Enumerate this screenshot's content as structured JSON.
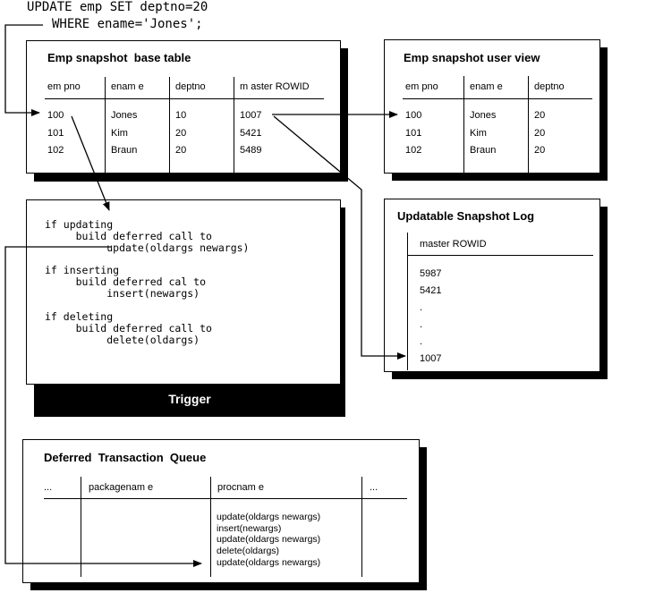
{
  "sql": {
    "line1": "UPDATE emp SET deptno=20",
    "line2": "WHERE ename='Jones';"
  },
  "base_table": {
    "title": "Emp snapshot  base table",
    "headers": [
      "em pno",
      "enam e",
      "deptno",
      "m aster ROWID"
    ],
    "rows": [
      [
        "100",
        "Jones",
        "10",
        "1007"
      ],
      [
        "101",
        "Kim",
        "20",
        "5421"
      ],
      [
        "102",
        "Braun",
        "20",
        "5489"
      ]
    ]
  },
  "user_view": {
    "title": "Emp snapshot user view",
    "headers": [
      "em pno",
      "enam e",
      "deptno"
    ],
    "rows": [
      [
        "100",
        "Jones",
        "20"
      ],
      [
        "101",
        "Kim",
        "20"
      ],
      [
        "102",
        "Braun",
        "20"
      ]
    ]
  },
  "snapshot_log": {
    "title": "Updatable Snapshot Log",
    "header": "master ROWID",
    "values": [
      "5987",
      "5421",
      ".",
      ".",
      ".",
      "1007"
    ]
  },
  "trigger": {
    "lines": [
      "if updating",
      "     build deferred call to",
      "          update(oldargs newargs)",
      "if inserting",
      "     build deferred cal to",
      "          insert(newargs)",
      "if deleting",
      "     build deferred call to",
      "          delete(oldargs)"
    ],
    "label": "Trigger"
  },
  "queue": {
    "title": "Deferred  Transaction  Queue",
    "headers": [
      "...",
      "packagenam e",
      "procnam e",
      "..."
    ],
    "procs": [
      "update(oldargs newargs)",
      "insert(newargs)",
      "update(oldargs newargs)",
      "delete(oldargs)",
      "update(oldargs newargs)"
    ]
  }
}
